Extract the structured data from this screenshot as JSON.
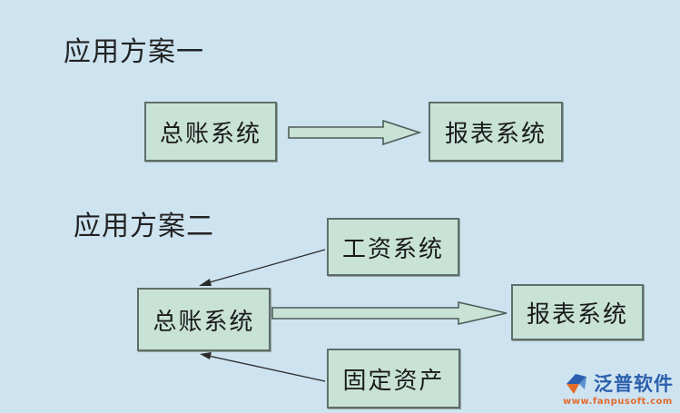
{
  "scheme_one": {
    "title": "应用方案一",
    "source_box": "总账系统",
    "target_box": "报表系统"
  },
  "scheme_two": {
    "title": "应用方案二",
    "payroll_box": "工资系统",
    "ledger_box": "总账系统",
    "report_box": "报表系统",
    "fixed_assets_box": "固定资产"
  },
  "logo": {
    "name": "泛普软件",
    "url": "www.fanpusoft.com",
    "icon": "fanpu-logo-icon"
  },
  "colors": {
    "background": "#cde3f0",
    "box_fill": "#c8e2d6",
    "box_border": "#5f6e6a",
    "logo_blue": "#2b5fae",
    "logo_orange": "#e36b2c"
  }
}
